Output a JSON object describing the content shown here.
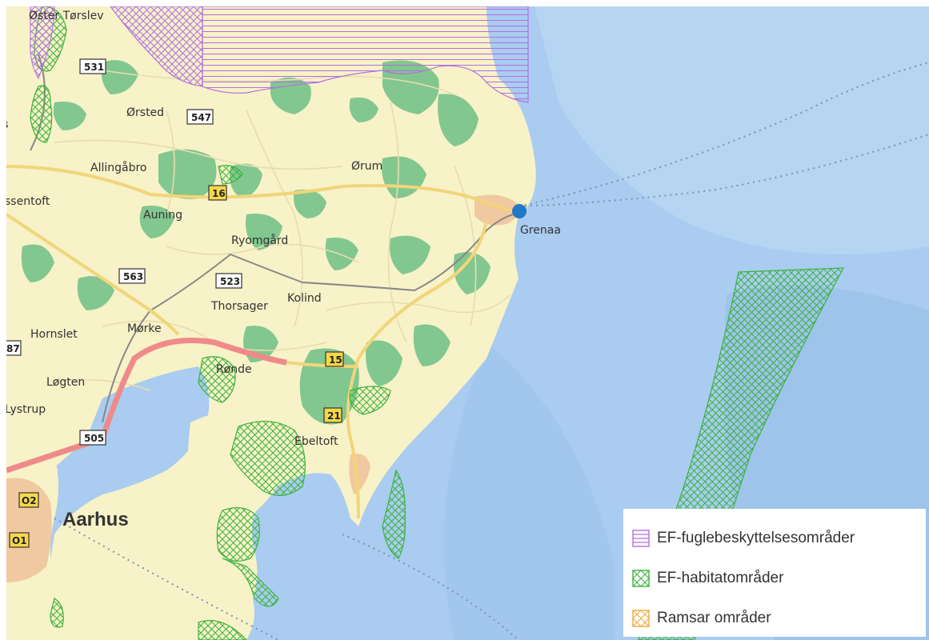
{
  "places": {
    "oster_torslev": "Øster Tørslev",
    "orsted": "Ørsted",
    "allingabro": "Allingåbro",
    "orum": "Ørum",
    "ssentoft": "ssentoft",
    "auning": "Auning",
    "grenaa": "Grenaa",
    "ryomgard": "Ryomgård",
    "kolind": "Kolind",
    "thorsager": "Thorsager",
    "hornslet": "Hornslet",
    "morke": "Mørke",
    "ronde": "Rønde",
    "logten": "Løgten",
    "lystrup": "Lystrup",
    "ebeltoft": "Ebeltoft",
    "aarhus": "Aarhus",
    "edge_s": "s"
  },
  "roads": {
    "r531": "531",
    "r547": "547",
    "r16": "16",
    "r563": "563",
    "r523": "523",
    "r15": "15",
    "r21": "21",
    "r505": "505",
    "r87": "87",
    "o2": "O2",
    "o1": "O1"
  },
  "legend": {
    "items": [
      {
        "label": "EF-fuglebeskyttelsesområder",
        "swatch": "lines-icon",
        "color": "#b36ee0"
      },
      {
        "label": "EF-habitatområder",
        "swatch": "crosshatch-icon",
        "color": "#3cb23c"
      },
      {
        "label": "Ramsar områder",
        "swatch": "crosshatch-icon",
        "color": "#f2a93b"
      }
    ]
  },
  "colors": {
    "sea": "#a9ccf0",
    "land": "#f7f2c8",
    "forest": "#82c78f",
    "motorway": "#ef8a8a",
    "main_road": "#f2d57a",
    "urban": "#f0c9a0",
    "marker": "#2178c5"
  }
}
